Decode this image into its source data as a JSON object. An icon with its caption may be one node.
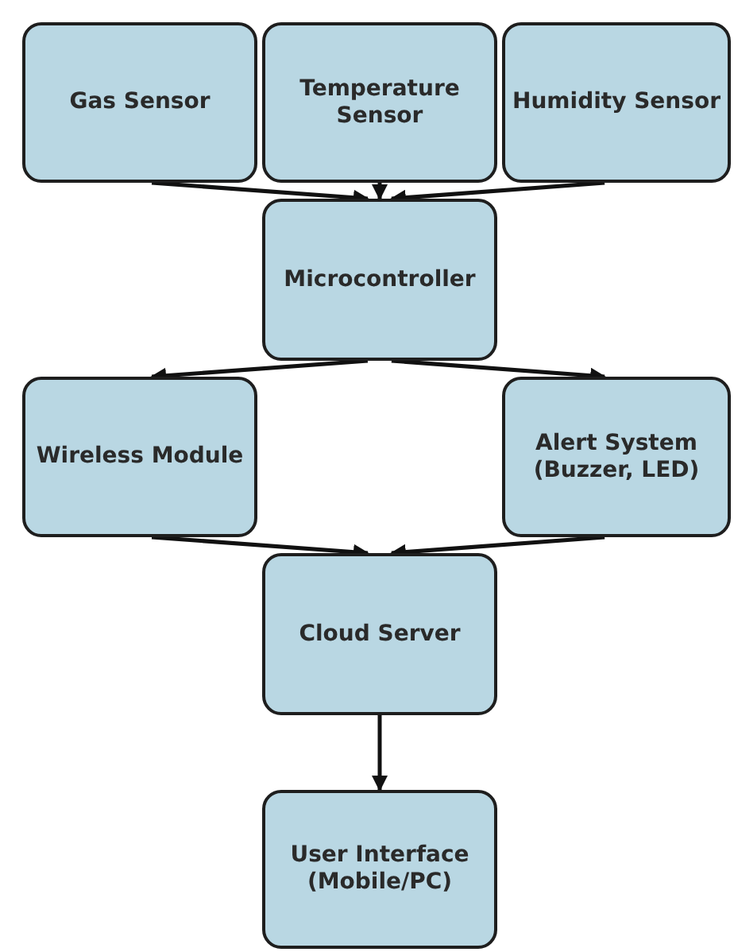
{
  "diagram": {
    "nodes": [
      {
        "text": [
          "Gas Sensor"
        ]
      },
      {
        "text": [
          "Temperature Sensor"
        ]
      },
      {
        "text": [
          "Humidity Sensor"
        ]
      },
      {
        "text": [
          "Microcontroller"
        ]
      },
      {
        "text": [
          "Wireless Module"
        ]
      },
      {
        "text": [
          "Alert System (Buzzer, LED)"
        ]
      },
      {
        "text": [
          "Cloud Server"
        ]
      },
      {
        "text": [
          "User Interface (Mobile/PC)"
        ]
      }
    ],
    "edges": [
      {
        "from": 0,
        "to": 3,
        "arrow": "to"
      },
      {
        "from": 1,
        "to": 3,
        "arrow": "to"
      },
      {
        "from": 2,
        "to": 3,
        "arrow": "to"
      },
      {
        "from": 3,
        "to": 4,
        "arrow": "to"
      },
      {
        "from": 3,
        "to": 5,
        "arrow": "to"
      },
      {
        "from": 4,
        "to": 6,
        "arrow": "to"
      },
      {
        "from": 5,
        "to": 6,
        "arrow": "to"
      },
      {
        "from": 6,
        "to": 7,
        "arrow": "to"
      }
    ]
  }
}
